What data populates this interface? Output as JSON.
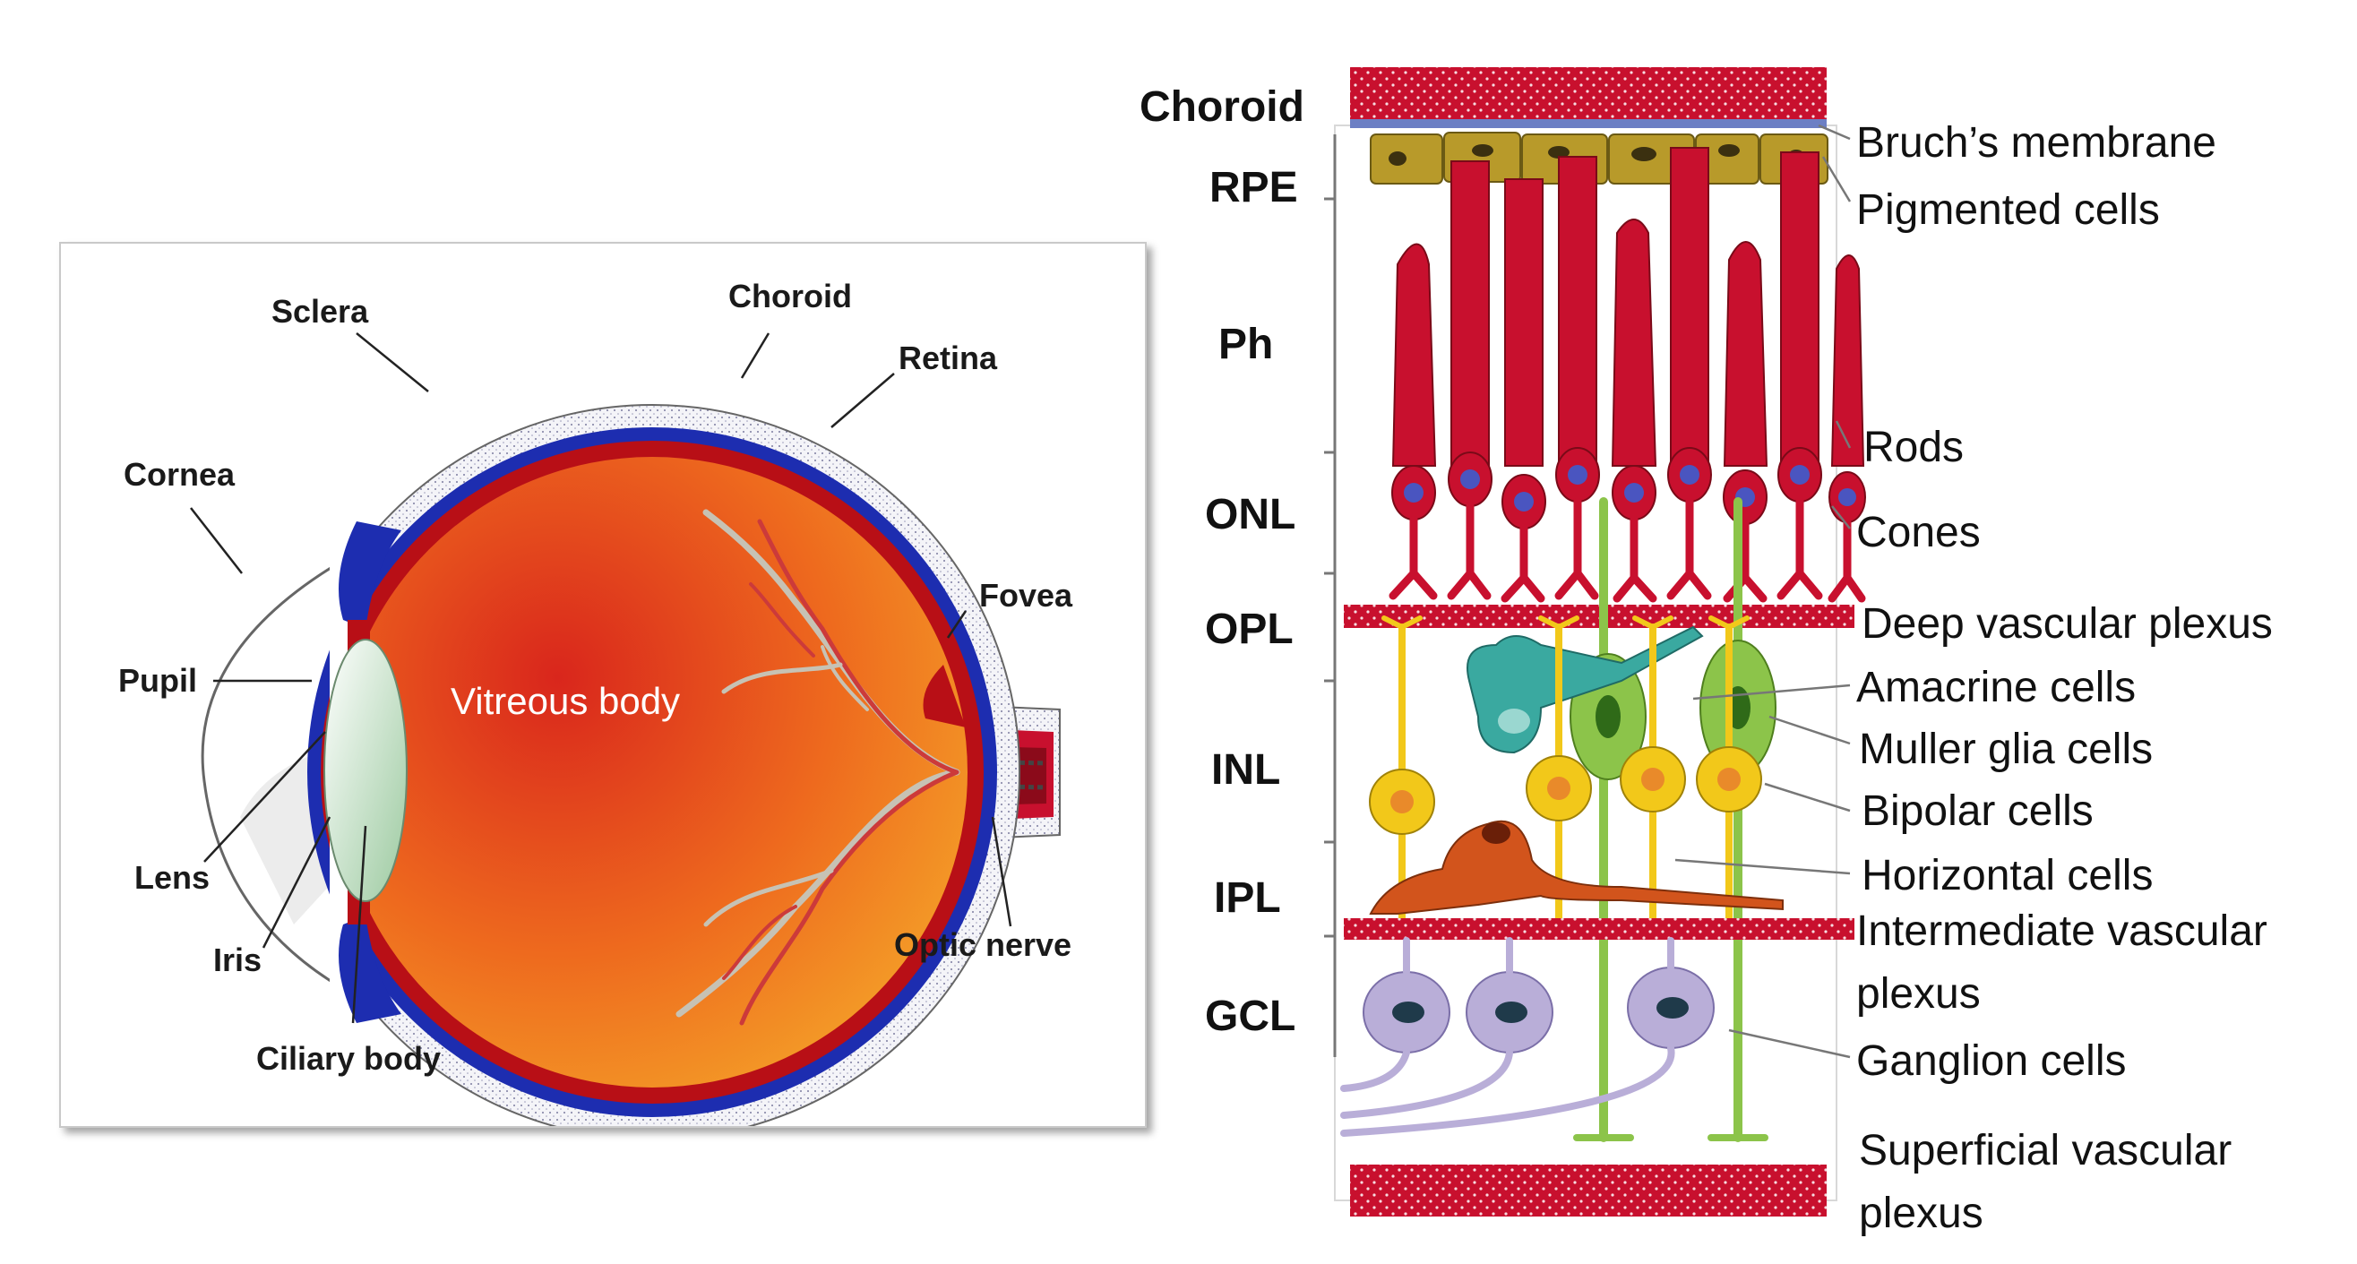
{
  "eye_diagram": {
    "labels": {
      "sclera": "Sclera",
      "choroid": "Choroid",
      "retina": "Retina",
      "cornea": "Cornea",
      "fovea": "Fovea",
      "pupil": "Pupil",
      "vitreous": "Vitreous body",
      "lens": "Lens",
      "iris": "Iris",
      "ciliary": "Ciliary body",
      "optic_nerve": "Optic nerve"
    }
  },
  "retina_diagram": {
    "layers": {
      "choroid": "Choroid",
      "rpe": "RPE",
      "ph": "Ph",
      "onl": "ONL",
      "opl": "OPL",
      "inl": "INL",
      "ipl": "IPL",
      "gcl": "GCL"
    },
    "cells": {
      "bruch": "Bruch’s membrane",
      "pigmented": "Pigmented cells",
      "rods": "Rods",
      "cones": "Cones",
      "deep_plexus": "Deep vascular plexus",
      "amacrine": "Amacrine cells",
      "muller": "Muller glia cells",
      "bipolar": "Bipolar cells",
      "horizontal": "Horizontal cells",
      "intermediate_1": "Intermediate vascular",
      "intermediate_2": "plexus",
      "ganglion": "Ganglion cells",
      "superficial_1": "Superficial vascular",
      "superficial_2": "plexus"
    }
  },
  "colors": {
    "blood_red": "#c8102e",
    "photoreceptor": "#c8102e",
    "pigment": "#b89a2a",
    "bipolar": "#f2c81a",
    "muller": "#8cc44a",
    "amacrine": "#3aa9a0",
    "horizontal": "#d2541c",
    "ganglion": "#b9aed8"
  }
}
